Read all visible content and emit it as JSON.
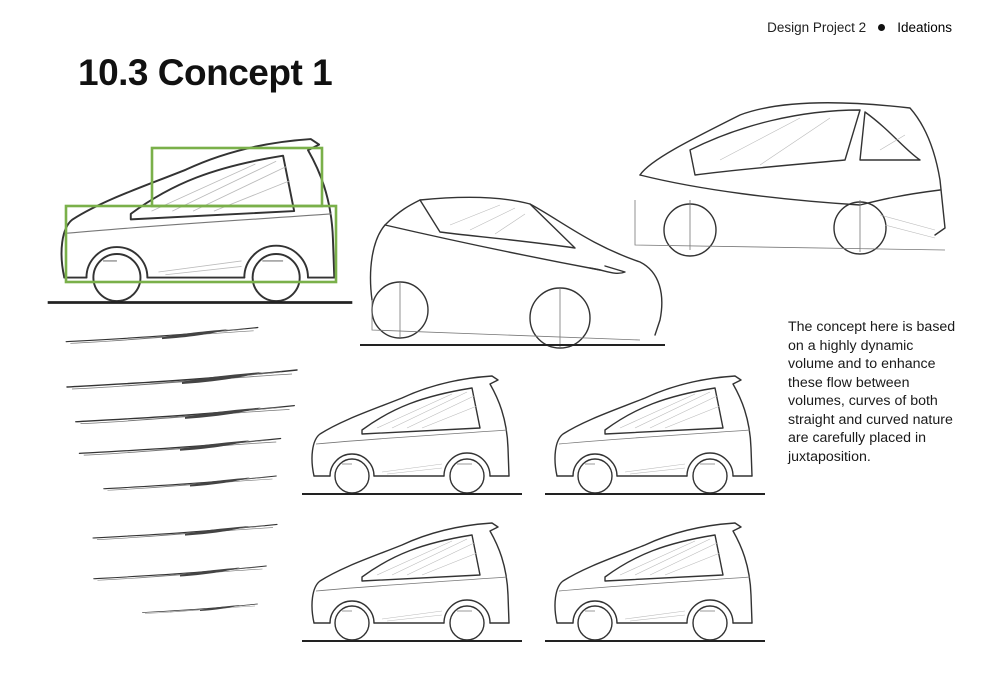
{
  "header": {
    "project": "Design Project 2",
    "section": "Ideations"
  },
  "page_title": "10.3  Concept 1",
  "description": "The concept here is based on a highly dynamic volume and to enhance these flow between volumes, curves of both straight and curved nature are carefully placed in juxtaposition.",
  "colors": {
    "guide_box": "#7ab04a",
    "text": "#111111"
  }
}
